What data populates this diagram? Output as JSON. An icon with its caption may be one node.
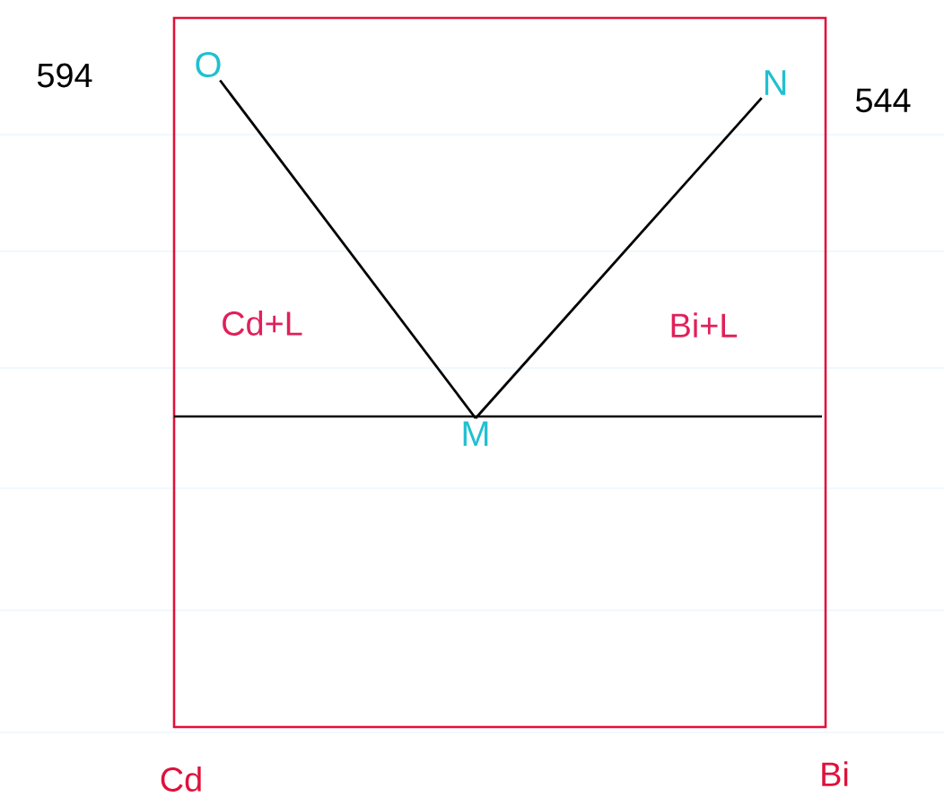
{
  "diagram": {
    "nodes": [
      {
        "text": [
          "O"
        ]
      },
      {
        "text": [
          "N"
        ]
      },
      {
        "text": [
          "M"
        ]
      }
    ],
    "edges": [
      {
        "from": 0,
        "to": 2,
        "arrow": "none"
      },
      {
        "from": 1,
        "to": 2,
        "arrow": "none"
      }
    ],
    "labels": [
      "594",
      "544",
      "Cd+L",
      "Bi+L",
      "Cd",
      "Bi"
    ]
  }
}
